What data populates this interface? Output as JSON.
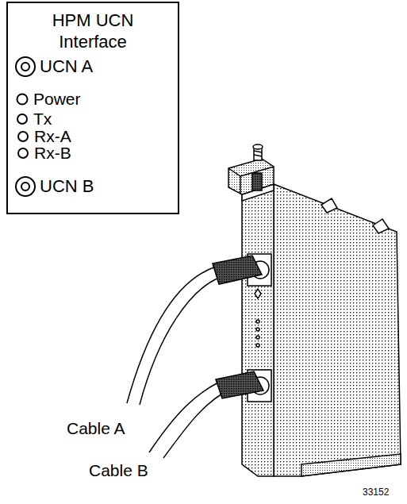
{
  "diagram": {
    "nodes": [
      {
        "text": [
          "HPM UCN Interface"
        ]
      }
    ],
    "labels": [
      "UCN A",
      "Power",
      "Tx",
      "Rx-A",
      "Rx-B",
      "UCN B",
      "Cable A",
      "Cable B",
      "33152"
    ]
  }
}
